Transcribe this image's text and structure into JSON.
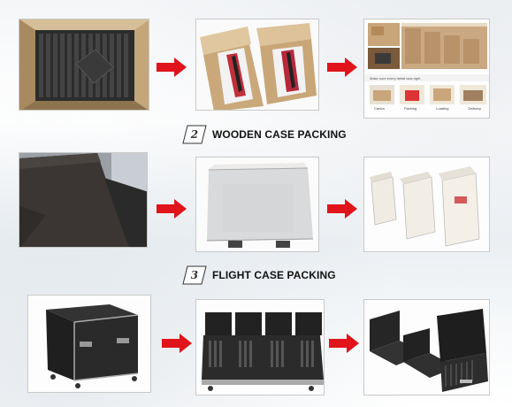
{
  "sections": [
    {
      "number": "2",
      "title": "WOODEN CASE PACKING"
    },
    {
      "number": "3",
      "title": "FLIGHT CASE PACKING"
    }
  ],
  "arrow_color": "#e0141a",
  "captions": [
    "Carton",
    "Packing",
    "Loading",
    "Delivery"
  ],
  "icons": [
    "carton-packing-photo",
    "box-closeup-photo",
    "warehouse-photo",
    "panel-closeup-photo",
    "wooden-crate-photo",
    "wooden-boxes-photo",
    "flight-case-photo",
    "open-flight-case-photo",
    "loaded-flight-case-photo",
    "red-arrow-icon"
  ]
}
